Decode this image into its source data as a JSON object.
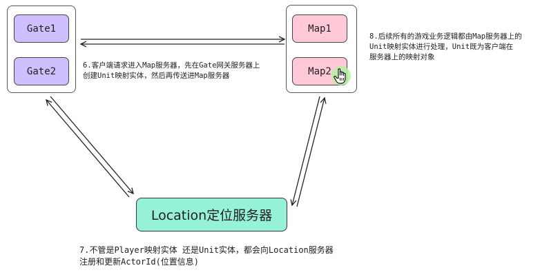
{
  "gate_group": {
    "nodes": [
      {
        "label": "Gate1"
      },
      {
        "label": "Gate2"
      }
    ]
  },
  "map_group": {
    "nodes": [
      {
        "label": "Map1"
      },
      {
        "label": "Map2"
      }
    ]
  },
  "location": {
    "label": "Location定位服务器"
  },
  "notes": {
    "note6": {
      "line1": "6.客户端请求进入Map服务器，先在Gate网关服务器上",
      "line2": "创建Unit映射实体，然后再传送进Map服务器"
    },
    "note8": {
      "line1": "8.后续所有的游戏业务逻辑都由Map服务器上的",
      "line2": "Unit映射实体进行处理，Unit既为客户端在",
      "line3": "服务器上的映射对象"
    },
    "note7": {
      "line1": "7.不管是Player映射实体 还是Unit实体，都会向Location服务器",
      "line2": "注册和更新ActorId(位置信息)"
    }
  },
  "colors": {
    "gate_fill": "#d0bfff",
    "map_fill": "#ffc9d7",
    "location_fill": "#96f2d7",
    "cursor_highlight": "#b2f2a0"
  },
  "icons": {
    "cursor": "hand-pointer-icon"
  }
}
